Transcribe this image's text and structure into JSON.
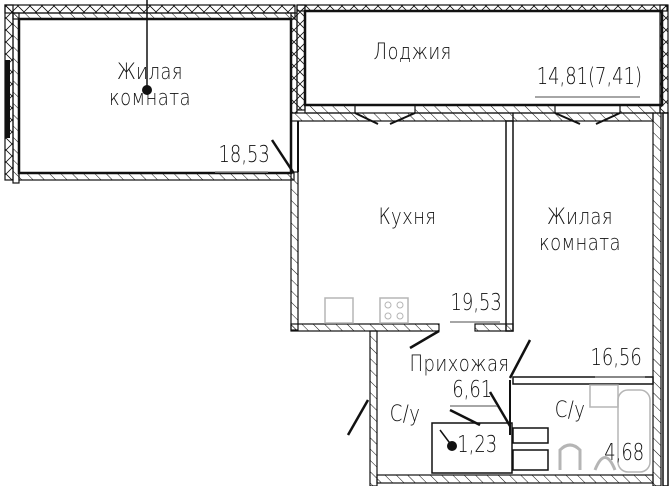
{
  "plan": {
    "rooms": [
      {
        "id": "living-room-1",
        "name_line1": "Жилая",
        "name_line2": "комната",
        "area": "18,53"
      },
      {
        "id": "loggia",
        "name_line1": "Лоджия",
        "area": "14,81(7,41)"
      },
      {
        "id": "kitchen",
        "name_line1": "Кухня",
        "area": "19,53"
      },
      {
        "id": "living-room-2",
        "name_line1": "Жилая",
        "name_line2": "комната",
        "area": "16,56"
      },
      {
        "id": "hallway",
        "name_line1": "Прихожая",
        "area": "6,61"
      },
      {
        "id": "bathroom-1",
        "name_line1": "С/у",
        "area": "1,23"
      },
      {
        "id": "bathroom-2",
        "name_line1": "С/у",
        "area": "4,68"
      }
    ],
    "colors": {
      "wall": "#111111",
      "fixture": "#b5b5b5",
      "background": "#ffffff"
    }
  }
}
